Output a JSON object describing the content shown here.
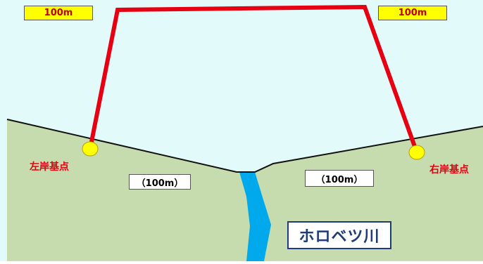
{
  "colors": {
    "sky": "#e3fafb",
    "land": "#c6dcae",
    "river": "#00a8ec",
    "line": "#e60012",
    "point": "#ffff00"
  },
  "labels": {
    "top_left_distance": "100m",
    "top_right_distance": "100m",
    "left_bank_point": "左岸基点",
    "right_bank_point": "右岸基点",
    "left_land_distance": "（100m）",
    "right_land_distance": "（100m）",
    "river_name": "ホロベツ川"
  }
}
